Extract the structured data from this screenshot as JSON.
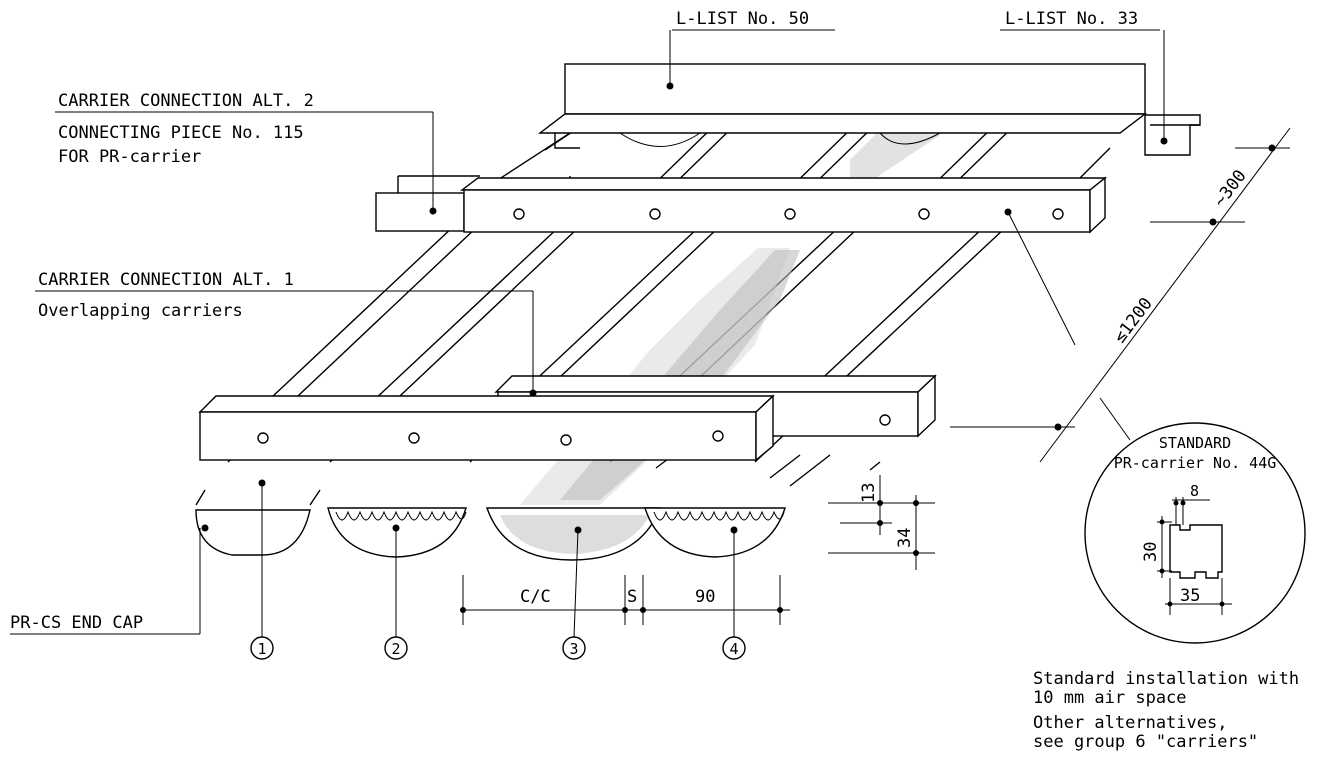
{
  "labels": {
    "llist50": "L-LIST No. 50",
    "llist33": "L-LIST No. 33",
    "alt2_title": "CARRIER CONNECTION ALT. 2",
    "alt2_line1": "CONNECTING PIECE No. 115",
    "alt2_line2": "FOR PR-carrier",
    "alt1_title": "CARRIER CONNECTION ALT. 1",
    "alt1_line1": "Overlapping carriers",
    "endcap": "PR-CS END CAP"
  },
  "dimensions": {
    "max_spacing": "≤1200",
    "edge_spacing": "~300",
    "cc": "C/C",
    "s": "S",
    "width": "90",
    "dim13": "13",
    "dim34": "34"
  },
  "detail": {
    "title": "STANDARD",
    "subtitle": "PR-carrier No. 44G",
    "dim8": "8",
    "dim30": "30",
    "dim35": "35"
  },
  "markers": [
    "1",
    "2",
    "3",
    "4"
  ],
  "notes": {
    "line1": "Standard installation with",
    "line2": "10 mm air space",
    "line3": "Other alternatives,",
    "line4": "see group 6 \"carriers\""
  }
}
